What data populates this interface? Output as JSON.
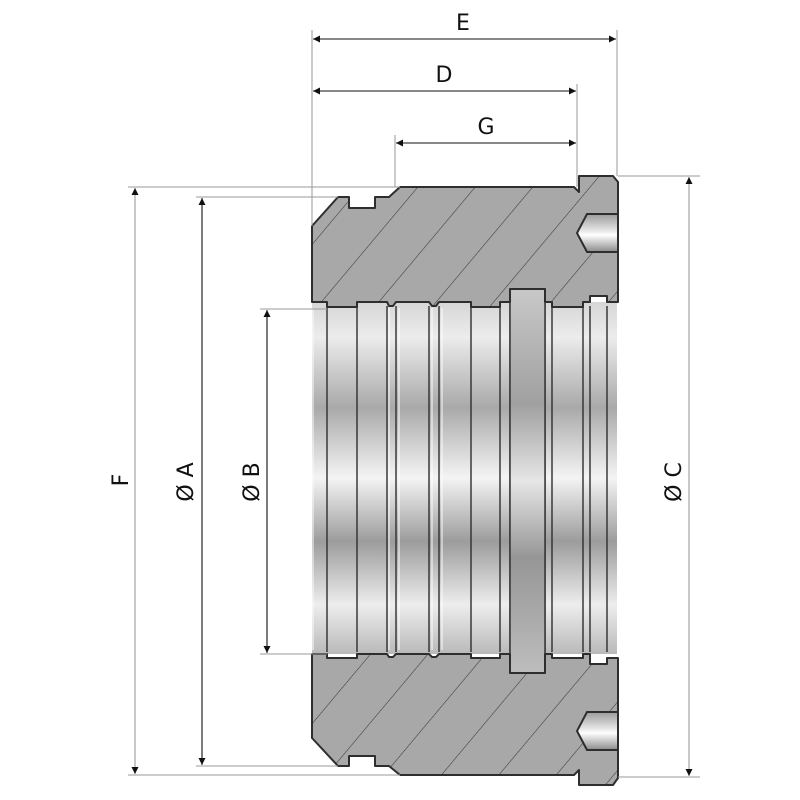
{
  "drawing": {
    "type": "cross-section technical drawing",
    "subject": "threaded bushing / nut section",
    "colors": {
      "background": "#ffffff",
      "section_fill": "#a6a6a6",
      "outline": "#333333",
      "hatch": "#3a3a3a",
      "dimension_line": "#111111",
      "extension_line": "#9a9a9a",
      "bore_light": "#f2f2f2",
      "bore_mid": "#c4c4c4",
      "bore_dark": "#8e8e8e"
    }
  },
  "dimensions": {
    "E": {
      "label": "E",
      "orientation": "horizontal"
    },
    "D": {
      "label": "D",
      "orientation": "horizontal"
    },
    "G": {
      "label": "G",
      "orientation": "horizontal"
    },
    "F": {
      "label": "F",
      "orientation": "vertical"
    },
    "A": {
      "label": "Ø A",
      "orientation": "vertical"
    },
    "B": {
      "label": "Ø B",
      "orientation": "vertical"
    },
    "C": {
      "label": "Ø C",
      "orientation": "vertical"
    }
  }
}
